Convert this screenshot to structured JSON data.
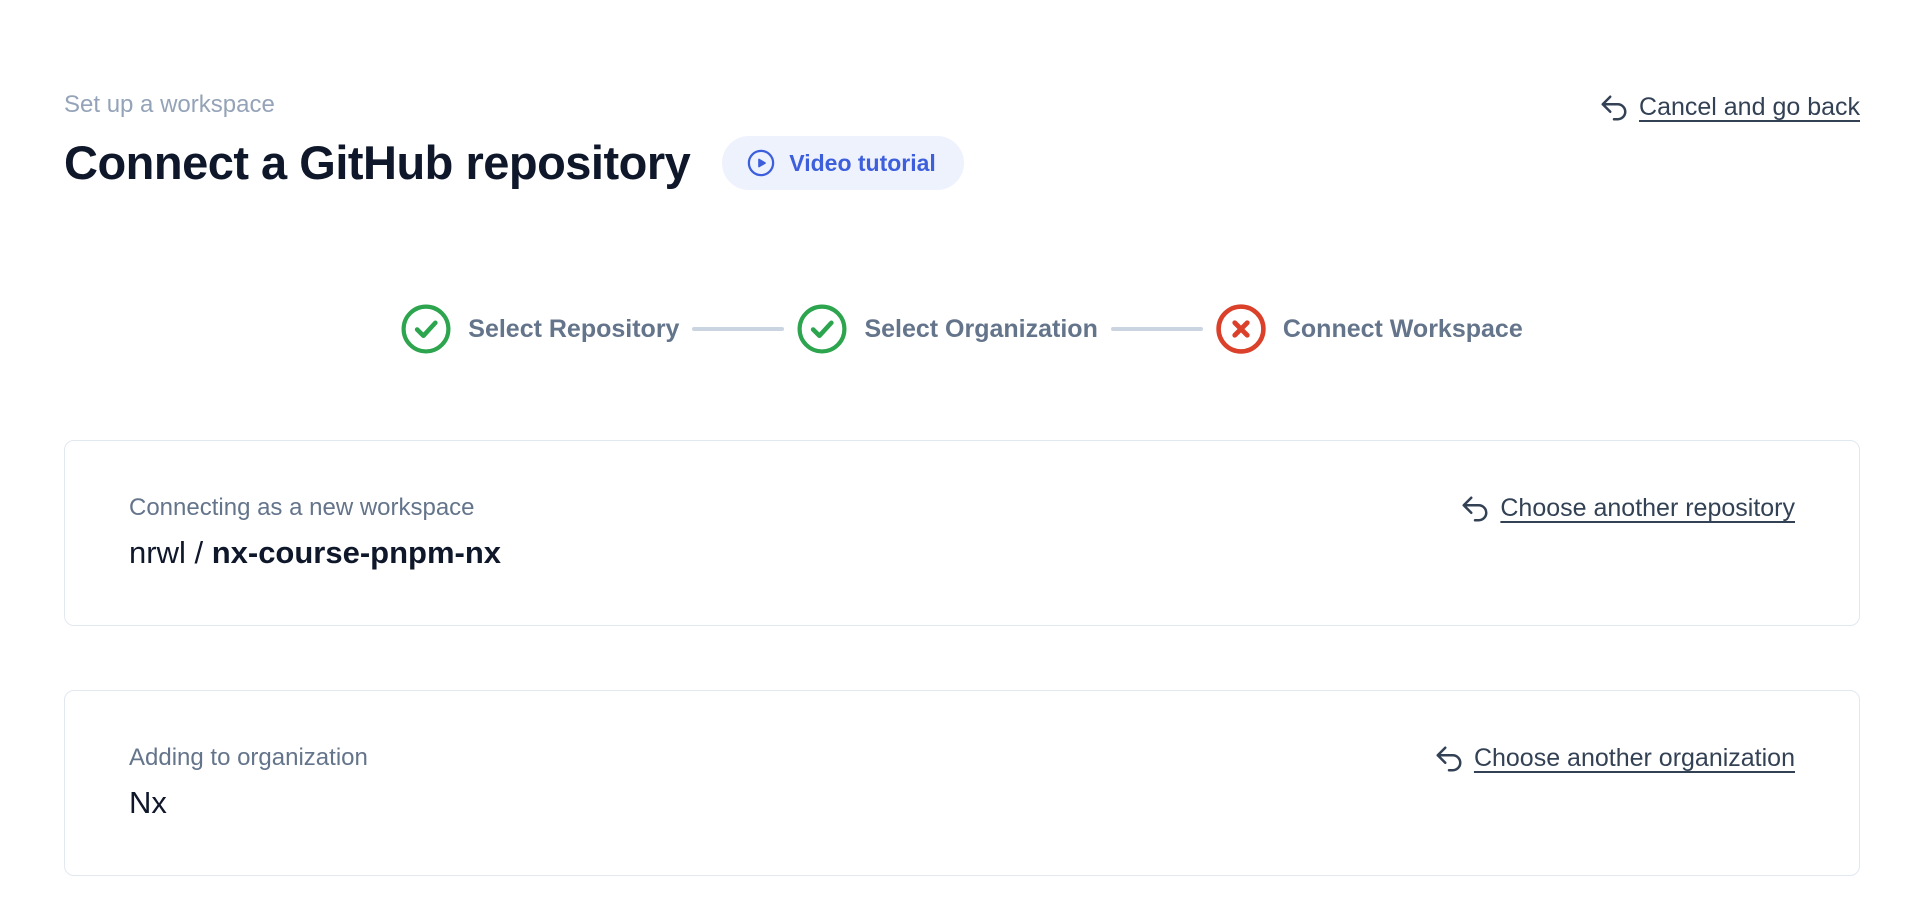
{
  "colors": {
    "accent_blue": "#3d5fdc",
    "pill_background": "#eef2fd",
    "success_green": "#2da44e",
    "error_red": "#da402a",
    "muted_gray": "#64748b",
    "eyebrow_gray": "#94a3b8",
    "border_gray": "#e2e8f0",
    "connector_gray": "#cbd5e1",
    "heading_dark": "#0f172a",
    "link_slate": "#334155"
  },
  "icons": {
    "undo": "arrow-uturn-left",
    "play": "play-circle",
    "success": "check-circle",
    "error": "x-circle"
  },
  "header": {
    "eyebrow": "Set up a workspace",
    "title": "Connect a GitHub repository",
    "video_button": "Video tutorial",
    "cancel_link": "Cancel and go back"
  },
  "stepper": {
    "steps": [
      {
        "label": "Select Repository",
        "status": "complete"
      },
      {
        "label": "Select Organization",
        "status": "complete"
      },
      {
        "label": "Connect Workspace",
        "status": "error"
      }
    ]
  },
  "cards": [
    {
      "label": "Connecting as a new workspace",
      "value_normal": "nrwl / ",
      "value_bold": "nx-course-pnpm-nx",
      "action": "Choose another repository"
    },
    {
      "label": "Adding to organization",
      "value_normal": "Nx",
      "value_bold": "",
      "action": "Choose another organization"
    }
  ]
}
